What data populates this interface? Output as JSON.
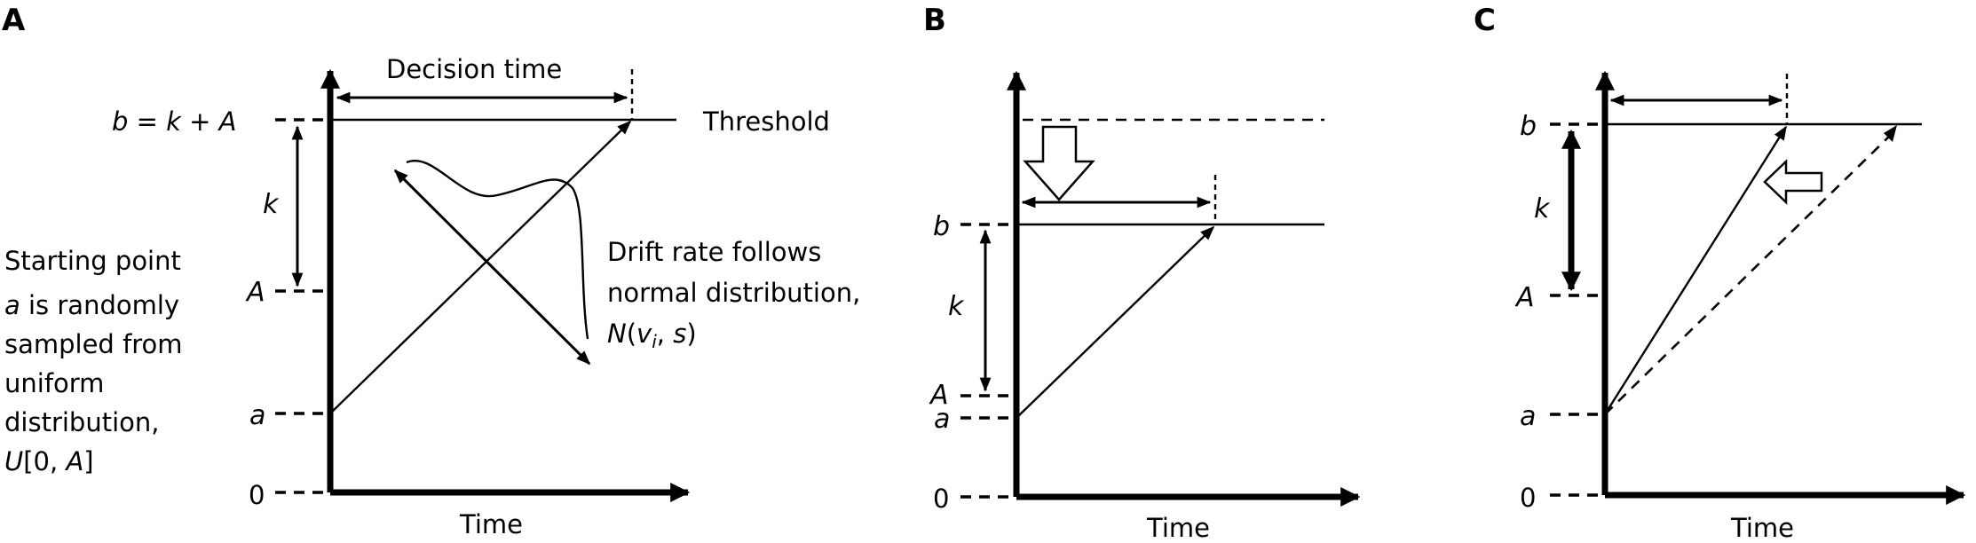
{
  "panels": {
    "a": {
      "letter": "A",
      "threshold_label_prefix": "b",
      "threshold_label_suffix": " = k + A",
      "k_label": "k",
      "A_label": "A",
      "a_label": "a",
      "zero_label": "0",
      "decision_time_label": "Decision time",
      "threshold_label": "Threshold",
      "x_axis_label": "Time",
      "starting_point_lines": [
        "Starting point",
        "is randomly",
        "sampled from",
        "uniform",
        "distribution,"
      ],
      "starting_point_var": "a",
      "uniform_prefix": "U",
      "uniform_mid": "[0, ",
      "uniform_var": "A",
      "uniform_suffix": "]",
      "drift_lines": [
        "Drift rate follows",
        "normal distribution,"
      ],
      "drift_N": "N",
      "drift_open": "(",
      "drift_v": "v",
      "drift_sub": "i",
      "drift_comma": ", ",
      "drift_s": "s",
      "drift_close": ")"
    },
    "b": {
      "letter": "B",
      "b_label": "b",
      "k_label": "k",
      "A_label": "A",
      "a_label": "a",
      "zero_label": "0",
      "x_axis_label": "Time"
    },
    "c": {
      "letter": "C",
      "b_label": "b",
      "k_label": "k",
      "A_label": "A",
      "a_label": "a",
      "zero_label": "0",
      "x_axis_label": "Time"
    }
  }
}
